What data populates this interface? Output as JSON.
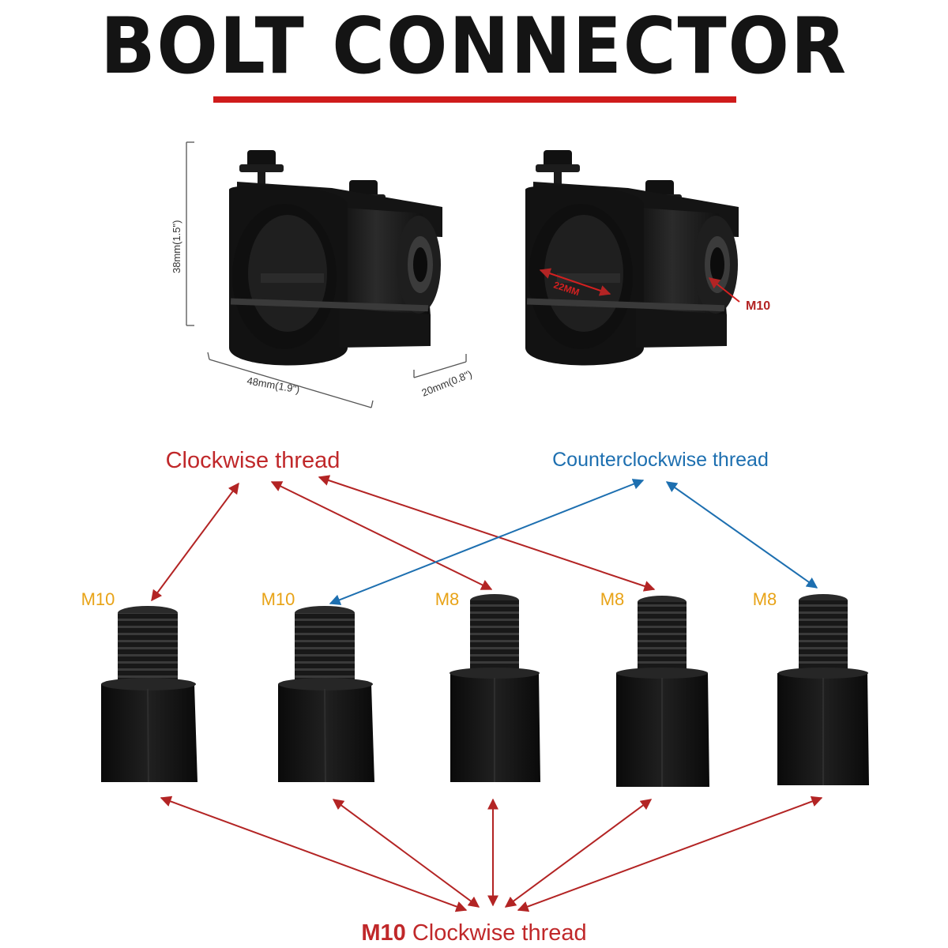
{
  "title": "BOLT CONNECTOR",
  "colors": {
    "accent_red": "#cf1b1b",
    "arrow_red": "#b32424",
    "arrow_blue": "#1d6fb0",
    "size_yellow": "#e8a317",
    "metal_black": "#151515"
  },
  "clamp_dimensions": {
    "height": "38mm(1.5\")",
    "width": "48mm(1.9\")",
    "depth": "20mm(0.8\")"
  },
  "clamp_callouts": {
    "bore": "22MM",
    "thread": "M10"
  },
  "thread_labels": {
    "clockwise": "Clockwise thread",
    "counterclockwise": "Counterclockwise thread",
    "bottom_size": "M10",
    "bottom_text": " Clockwise thread"
  },
  "adapters": [
    {
      "size": "M10"
    },
    {
      "size": "M10"
    },
    {
      "size": "M8"
    },
    {
      "size": "M8"
    },
    {
      "size": "M8"
    }
  ]
}
